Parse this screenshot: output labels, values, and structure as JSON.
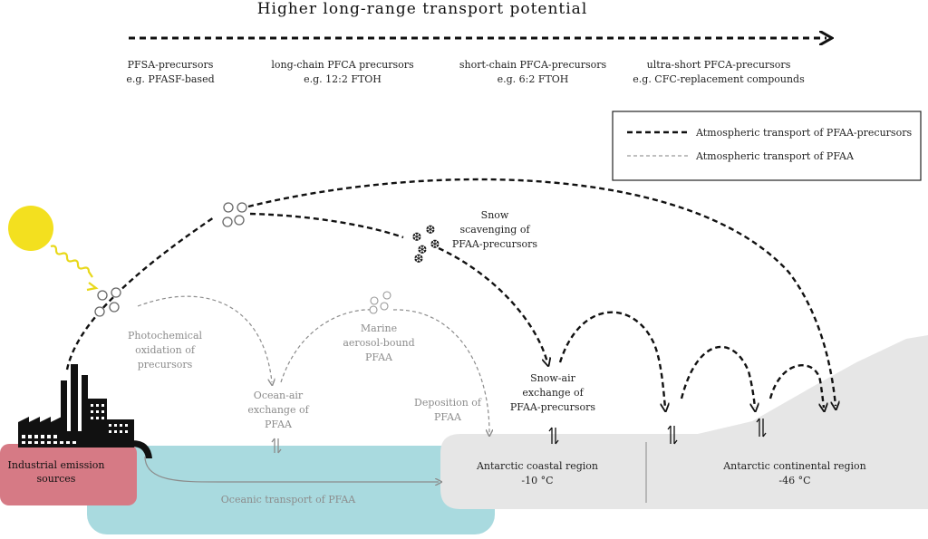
{
  "header": {
    "title": "Higher long-range transport potential"
  },
  "categories": [
    {
      "line1": "PFSA-precursors",
      "line2": "e.g. PFASF-based"
    },
    {
      "line1": "long-chain PFCA precursors",
      "line2": "e.g. 12:2 FTOH"
    },
    {
      "line1": "short-chain PFCA-precursors",
      "line2": "e.g. 6:2 FTOH"
    },
    {
      "line1": "ultra-short PFCA-precursors",
      "line2": "e.g. CFC-replacement compounds"
    }
  ],
  "legend": {
    "precursors": "Atmospheric transport of PFAA-precursors",
    "pfaa": "Atmospheric transport of PFAA"
  },
  "labels": {
    "snow_scavenging": [
      "Snow",
      "scavenging of",
      "PFAA-precursors"
    ],
    "photochemical": [
      "Photochemical",
      "oxidation of",
      "precursors"
    ],
    "marine_aerosol": [
      "Marine",
      "aerosol-bound",
      "PFAA"
    ],
    "ocean_air": [
      "Ocean-air",
      "exchange of",
      "PFAA"
    ],
    "deposition": [
      "Deposition of",
      "PFAA"
    ],
    "snow_air": [
      "Snow-air",
      "exchange of",
      "PFAA-precursors"
    ],
    "emission": [
      "Industrial emission",
      "sources"
    ],
    "oceanic_transport": "Oceanic transport of PFAA",
    "coastal": [
      "Antarctic coastal region",
      "-10 °C"
    ],
    "continental": [
      "Antarctic continental region",
      "-46 °C"
    ]
  },
  "colors": {
    "sun": "#f3e01f",
    "sun_ray": "#e8d81a",
    "ocean": "#a9dadf",
    "ice": "#e6e6e6",
    "emission_box": "#d67a85",
    "dark_arrow": "#111111",
    "gray_arrow": "#8c8c8c",
    "gray_text": "#8c8c8c"
  },
  "icons": [
    "sun-icon",
    "factory-icon",
    "molecule-cluster-icon",
    "snowflake-icon",
    "exchange-arrows-icon"
  ]
}
